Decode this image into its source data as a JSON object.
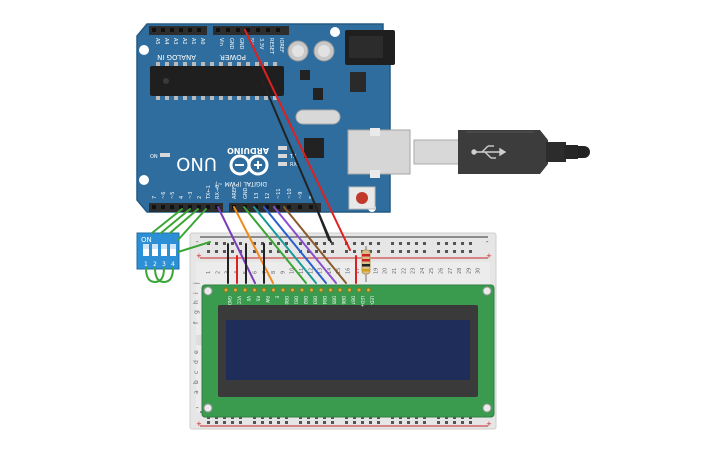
{
  "board": {
    "brand": "ARDUINO",
    "model": "UNO",
    "logo": "infinity-logo",
    "analog_header_label": "ANALOG IN",
    "power_header_label": "POWER",
    "digital_header_label": "DIGITAL (PWM ~)",
    "on_led_label": "ON",
    "tx_label": "TX",
    "rx_label": "RX",
    "l_label": "L",
    "analog_pins": [
      "A5",
      "A4",
      "A3",
      "A2",
      "A1",
      "A0"
    ],
    "power_pins": [
      "Vin",
      "GND",
      "GND",
      "5V",
      "3.3V",
      "RESET",
      "IOREF"
    ],
    "digital_pins_low": [
      "RX→0",
      "TX←1",
      "2",
      "~3",
      "4",
      "~5",
      "~6",
      "7"
    ],
    "digital_pins_high": [
      "8",
      "~9",
      "~10",
      "~11",
      "12",
      "13",
      "GND",
      "AREF"
    ],
    "colors": {
      "pcb": "#2e6d9d",
      "pcb_edge": "#245a84",
      "header": "#2d2d2d",
      "silk": "#ffffff"
    }
  },
  "usb": {
    "icon": "usb-icon",
    "colors": {
      "body": "#3c3c3c",
      "metal": "#d8d8d8"
    }
  },
  "dip_switch": {
    "label": "ON",
    "positions": [
      "1",
      "2",
      "3",
      "4"
    ],
    "colors": {
      "body": "#2d8fd5",
      "wire": "#3ba635"
    }
  },
  "breadboard": {
    "top_rail_signs": [
      "-",
      "+"
    ],
    "bottom_rail_signs": [
      "-",
      "+"
    ],
    "column_numbers": [
      "1",
      "2",
      "3",
      "4",
      "5",
      "6",
      "7",
      "8",
      "9",
      "10",
      "11",
      "12",
      "13",
      "14",
      "15",
      "16",
      "17",
      "18",
      "19",
      "20",
      "21",
      "22",
      "23",
      "24",
      "25",
      "26",
      "27",
      "28",
      "29",
      "30"
    ],
    "row_letters_upper": [
      "j",
      "i",
      "h",
      "g",
      "f"
    ],
    "row_letters_lower": [
      "e",
      "d",
      "c",
      "b",
      "a"
    ]
  },
  "lcd": {
    "pin_labels": [
      "GND",
      "VCC",
      "V0",
      "RS",
      "RW",
      "E",
      "DB0",
      "DB1",
      "DB2",
      "DB3",
      "DB4",
      "DB5",
      "DB6",
      "DB7",
      "LED+",
      "LED-"
    ],
    "colors": {
      "pcb": "#3a9b4f",
      "bezel": "#3a3a3a",
      "screen": "#1e2d5a"
    }
  },
  "resistor": {
    "bands": [
      "#cc2222",
      "#cc2222",
      "#222222",
      "#d4a017"
    ]
  },
  "wires": {
    "colors": {
      "red": "#e02020",
      "black": "#222222",
      "purple": "#7a3db8",
      "orange": "#f08a1c",
      "green": "#3ba635",
      "teal": "#1c9a9a",
      "blue": "#2a5fcf",
      "brown": "#8a5a2b",
      "violet": "#8a4fd0"
    }
  }
}
